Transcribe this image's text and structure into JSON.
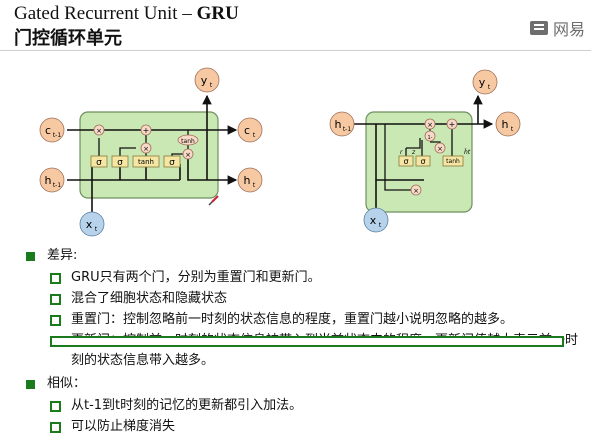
{
  "header": {
    "title_en_prefix": "Gated Recurrent Unit – ",
    "title_en_bold": "GRU",
    "title_cn": "门控循环单元",
    "brand": "网易"
  },
  "lstm": {
    "input_c": "c",
    "input_c_sub": "t-1",
    "input_h": "h",
    "input_h_sub": "t-1",
    "input_x": "x",
    "input_x_sub": "t",
    "output_y": "y",
    "output_y_sub": "t",
    "output_c": "c",
    "output_c_sub": "t",
    "output_h": "h",
    "output_h_sub": "t",
    "gates": [
      "σ",
      "σ",
      "tanh",
      "σ"
    ],
    "tanh_label": "tanh"
  },
  "gru": {
    "input_h": "h",
    "input_h_sub": "t-1",
    "input_x": "x",
    "input_x_sub": "t",
    "output_y": "y",
    "output_y_sub": "t",
    "output_h": "h",
    "output_h_sub": "t",
    "gates": [
      "σ",
      "σ",
      "tanh"
    ],
    "one_minus": "1-",
    "r_label": "r",
    "z_label": "z",
    "h_tilde": "h̃t"
  },
  "sections": [
    {
      "heading": "差异:",
      "items": [
        "GRU只有两个门，分别为重置门和更新门。",
        "混合了细胞状态和隐藏状态",
        "重置门：控制忽略前一时刻的状态信息的程度，重置门越小说明忽略的越多。",
        "更新门：控制前一时刻的状态信息被带入到当前状态中的程度，更新门值越大表示前一时刻的状态信息带入越多。"
      ]
    },
    {
      "heading": "相似：",
      "items": [
        "从t-1到t时刻的记忆的更新都引入加法。",
        "可以防止梯度消失"
      ]
    }
  ],
  "colors": {
    "cell_fill": "#c9e8b4",
    "cell_stroke": "#6e8f5e",
    "gate_fill": "#f5e6a3",
    "op_fill": "#f9d9c8",
    "input_fill": "#b7d3ec",
    "output_fill": "#f6c9a3",
    "bullet_green": "#1b7a1b"
  }
}
